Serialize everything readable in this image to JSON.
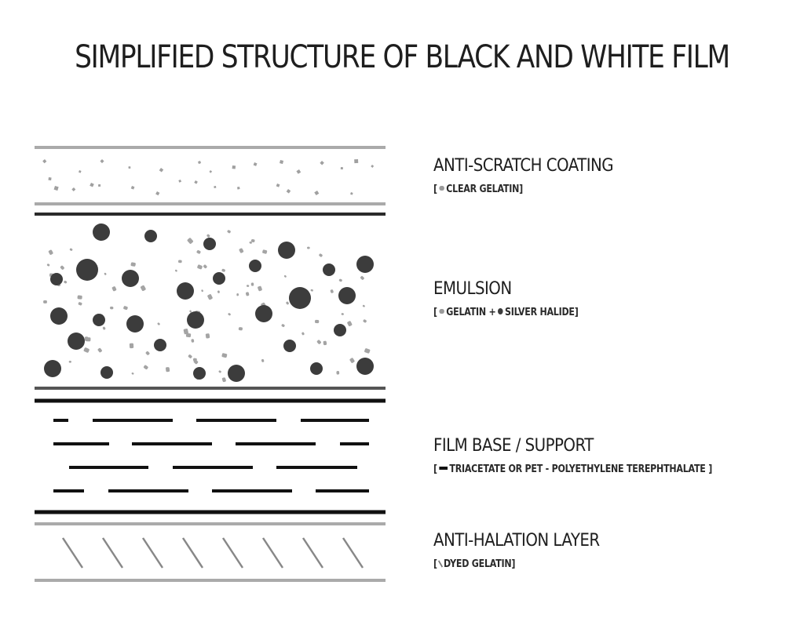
{
  "title": "SIMPLIFIED STRUCTURE OF BLACK AND WHITE FILM",
  "layers": [
    {
      "name": "ANTI-SCRATCH COATING",
      "desc_open": "[",
      "icon": "gelatin-particle-icon",
      "desc_text": "CLEAR GELATIN]"
    },
    {
      "name": "EMULSION",
      "desc_open": "[",
      "icon": "gelatin-particle-icon",
      "desc_text": "GELATIN +",
      "icon2": "silver-halide-grain-icon",
      "desc_text2": "SILVER HALIDE]"
    },
    {
      "name": "FILM BASE / SUPPORT",
      "desc_open": "[",
      "icon": "base-bar-icon",
      "desc_text": "TRIACETATE OR PET - POLYETHYLENE TEREPHTHALATE ]"
    },
    {
      "name": "ANTI-HALATION LAYER",
      "desc_open": "[",
      "icon": "dyed-gelatin-slash-icon",
      "desc_text": "DYED GELATIN]"
    }
  ],
  "colors": {
    "dark": "#3c3c3c",
    "gelatin": "#9a9a9a",
    "rule_light": "#aaaaaa",
    "rule_dark": "#111111"
  }
}
